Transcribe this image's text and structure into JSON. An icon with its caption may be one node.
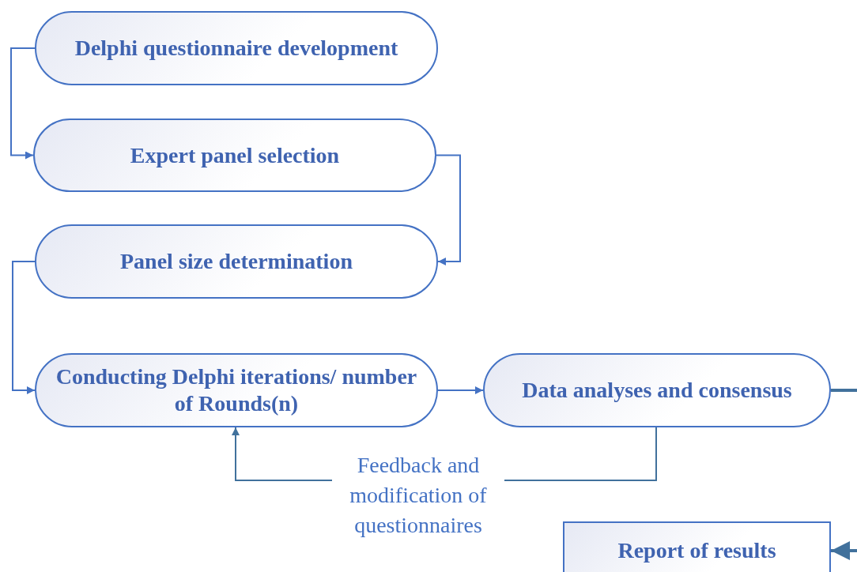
{
  "diagram": {
    "nodes": [
      {
        "text": [
          "Delphi questionnaire development"
        ]
      },
      {
        "text": [
          "Expert panel selection"
        ]
      },
      {
        "text": [
          "Panel size determination"
        ]
      },
      {
        "text": [
          "Conducting Delphi iterations/ number of Rounds(n)"
        ]
      },
      {
        "text": [
          "Data analyses and consensus"
        ]
      },
      {
        "text": [
          "Report of results"
        ]
      }
    ],
    "edges": [
      {
        "from": 0,
        "to": 1,
        "arrow": "to"
      },
      {
        "from": 1,
        "to": 2,
        "arrow": "to"
      },
      {
        "from": 2,
        "to": 3,
        "arrow": "to"
      },
      {
        "from": 3,
        "to": 4,
        "arrow": "to"
      },
      {
        "from": 4,
        "to": 3,
        "arrow": "to",
        "label": "Feedback and modification of questionnaires",
        "color": "#41719c"
      },
      {
        "from": 4,
        "to": null,
        "arrow": "none",
        "style": "thick",
        "color": "#41719c"
      },
      {
        "from": null,
        "to": 5,
        "arrow": "to",
        "style": "thick",
        "color": "#41719c"
      }
    ]
  }
}
